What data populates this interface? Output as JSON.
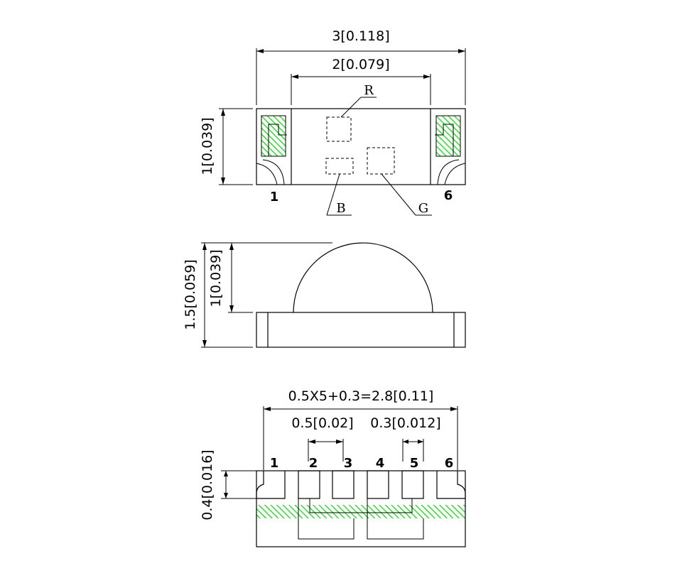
{
  "top_view": {
    "dim_overall_width": "3[0.118]",
    "dim_inner_width": "2[0.079]",
    "dim_height": "1[0.039]",
    "pin_left": "1",
    "pin_right": "6",
    "chip_red": "R",
    "chip_blue": "B",
    "chip_green": "G"
  },
  "side_view": {
    "dim_total_height": "1.5[0.059]",
    "dim_lens_height": "1[0.039]"
  },
  "bottom_view": {
    "dim_pitch_total": "0.5X5+0.3=2.8[0.11]",
    "dim_pitch": "0.5[0.02]",
    "dim_pad_width": "0.3[0.012]",
    "dim_pad_height": "0.4[0.016]",
    "pins": [
      "1",
      "2",
      "3",
      "4",
      "5",
      "6"
    ]
  },
  "colors": {
    "pad_hatch": "#33dd33",
    "line": "#000000"
  }
}
